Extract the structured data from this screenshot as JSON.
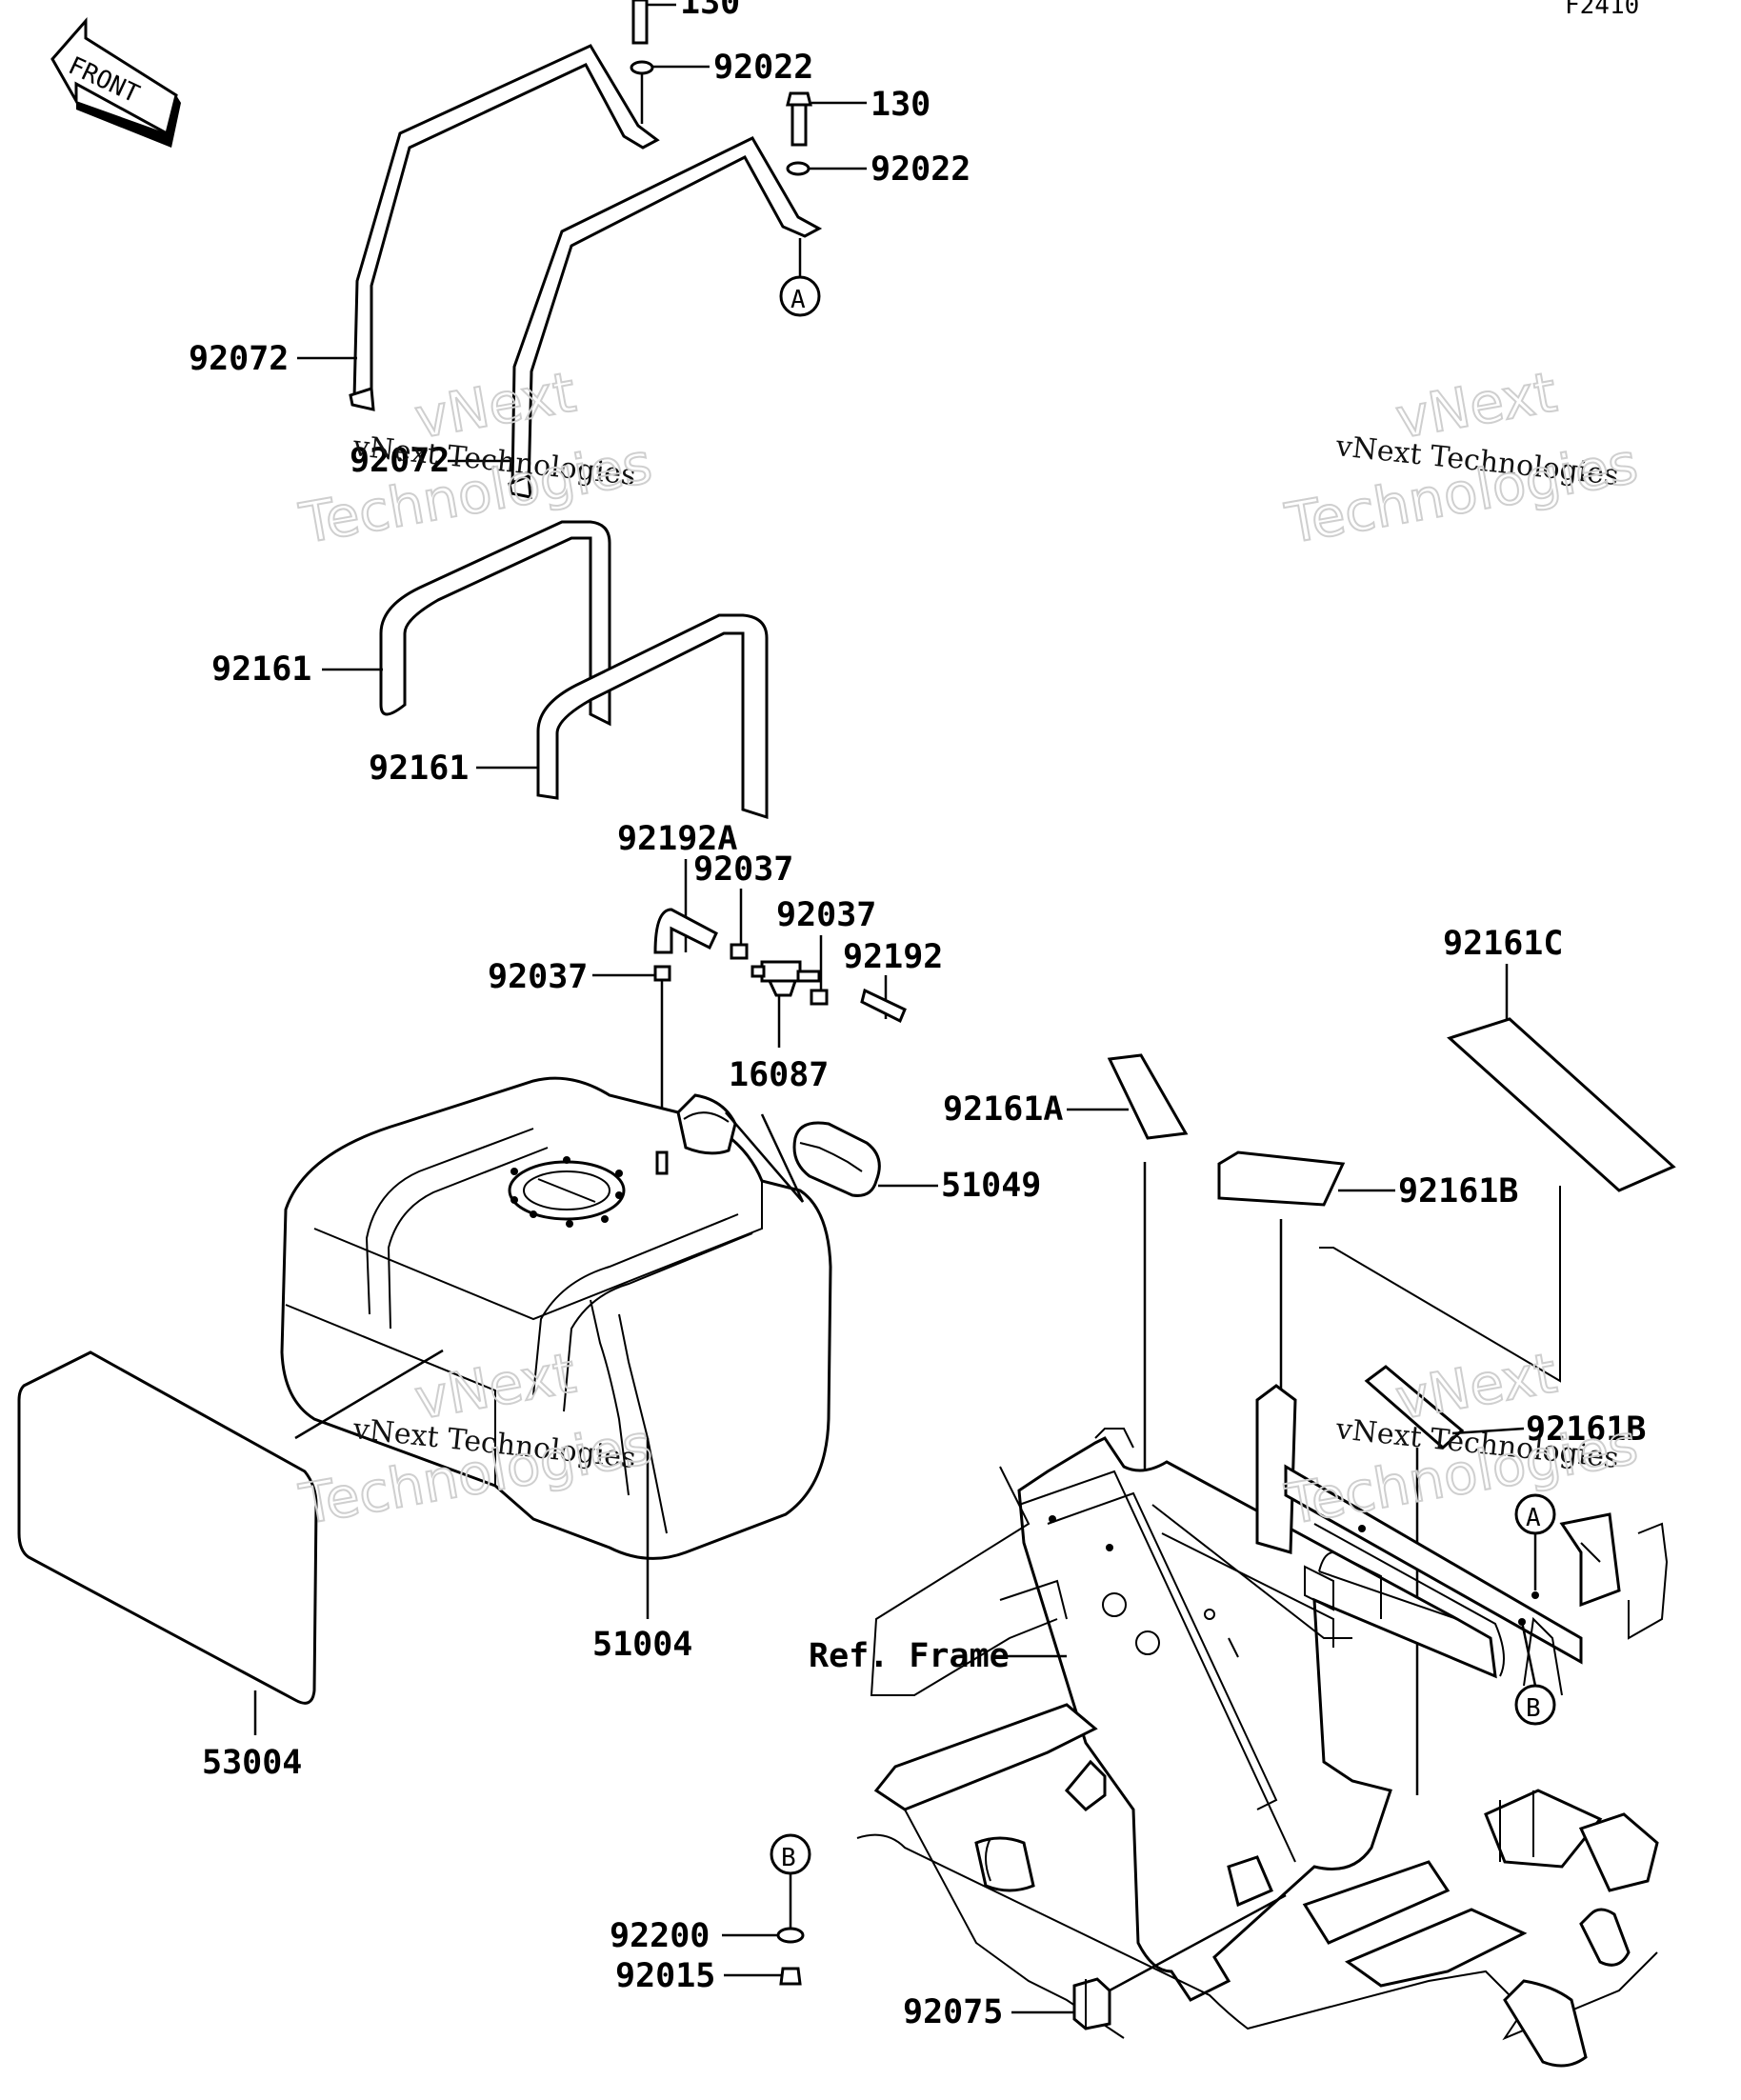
{
  "diagram_code": "F2410",
  "front_label": "FRONT",
  "reference_label": "Ref. Frame",
  "watermark_line1": "vNext Technologies",
  "watermark_line2a": "vNext",
  "watermark_line2b": "Technologies",
  "callouts": {
    "a1": "A",
    "a2": "A",
    "b1": "B",
    "b2": "B"
  },
  "parts": {
    "p130_top": "130",
    "p92022_top": "92022",
    "p130_mid": "130",
    "p92022_mid": "92022",
    "p92072_a": "92072",
    "p92072_b": "92072",
    "p92161_a": "92161",
    "p92161_b": "92161",
    "p92192A": "92192A",
    "p92037_a": "92037",
    "p92037_b": "92037",
    "p92037_c": "92037",
    "p92192": "92192",
    "p16087": "16087",
    "p92161C": "92161C",
    "p92161A": "92161A",
    "p51049": "51049",
    "p92161B_a": "92161B",
    "p92161B_b": "92161B",
    "p51004": "51004",
    "p53004": "53004",
    "p92200": "92200",
    "p92015": "92015",
    "p92075": "92075"
  }
}
